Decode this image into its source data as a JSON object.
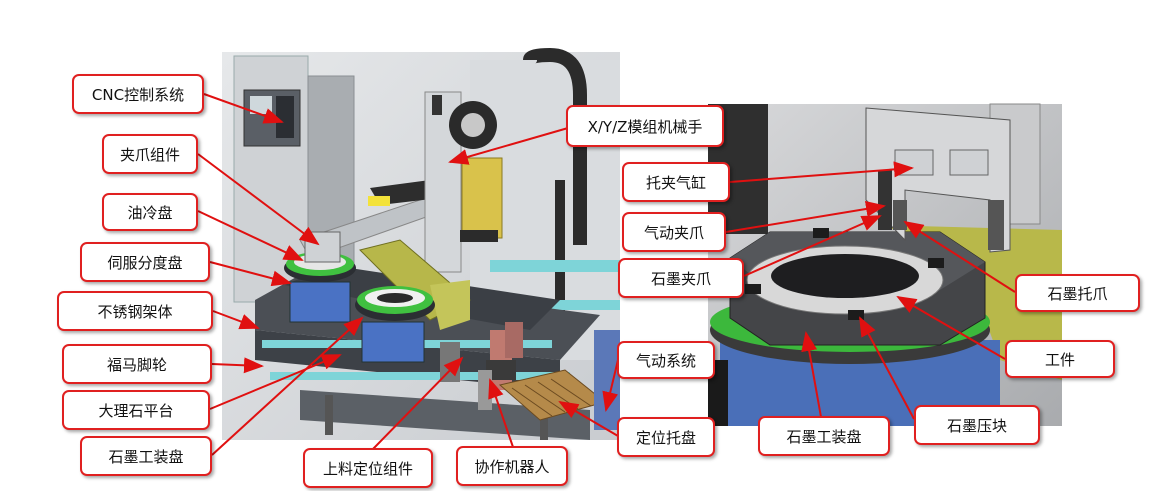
{
  "diagram": {
    "left_labels": {
      "cnc": "CNC控制系统",
      "gripper_assembly": "夹爪组件",
      "oil_cooling_plate": "油冷盘",
      "servo_indexing_plate": "伺服分度盘",
      "stainless_frame": "不锈钢架体",
      "fuma_caster": "福马脚轮",
      "marble_platform": "大理石平台",
      "graphite_fixture_plate": "石墨工装盘",
      "loading_positioning_assembly": "上料定位组件",
      "cobot": "协作机器人",
      "xyz_module_manipulator": "X/Y/Z模组机械手",
      "pneumatic_system": "气动系统",
      "positioning_tray": "定位托盘"
    },
    "right_labels": {
      "clamp_cylinder": "托夹气缸",
      "pneumatic_gripper": "气动夹爪",
      "graphite_gripper": "石墨夹爪",
      "graphite_support_claw": "石墨托爪",
      "workpiece": "工件",
      "graphite_fixture_plate": "石墨工装盘",
      "graphite_press_block": "石墨压块"
    }
  }
}
